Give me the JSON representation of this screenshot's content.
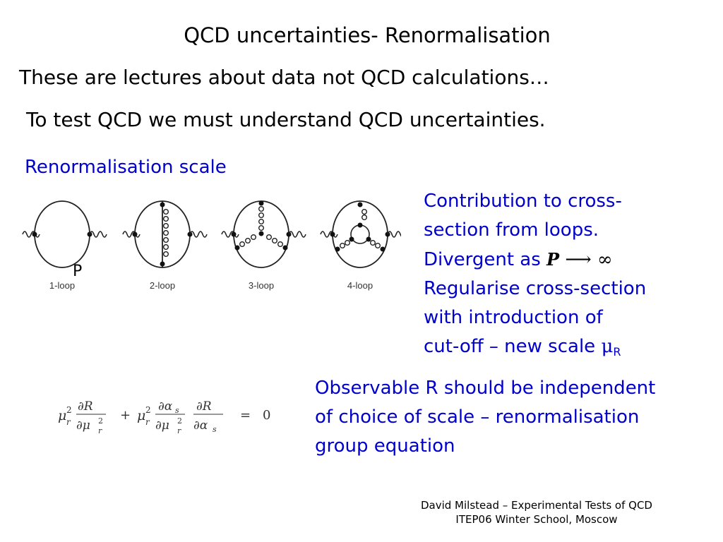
{
  "slide": {
    "title": "QCD uncertainties- Renormalisation",
    "line1": "These are lectures about data not QCD calculations…",
    "line2": "To test QCD we must understand QCD uncertainties.",
    "section_heading": "Renormalisation scale",
    "momentum_label": "P"
  },
  "diagrams": {
    "labels": [
      "1-loop",
      "2-loop",
      "3-loop",
      "4-loop"
    ]
  },
  "right_text": {
    "l1": "Contribution to cross-",
    "l2": "section from loops.",
    "l3_prefix": "Divergent as",
    "l3_math_var": "P",
    "l3_math_rest": " ⟶ ∞",
    "l4": "Regularise cross-section",
    "l5": "with introduction of",
    "l6_prefix": "cut-off – new scale ",
    "l6_mu": "μ",
    "l6_sub": "R"
  },
  "observable_text": {
    "l1": "Observable R should be independent",
    "l2": "of choice of scale – renormalisation",
    "l3": "group equation"
  },
  "equation": {
    "mu": "μ",
    "r": "r",
    "two": "2",
    "partial_R": "∂R",
    "partial_mu": "∂μ",
    "partial_alpha": "∂α",
    "s": "s",
    "plus": "+",
    "equals": "=",
    "zero": "0"
  },
  "footer": {
    "line1": "David Milstead – Experimental Tests of QCD",
    "line2": "ITEP06 Winter School, Moscow"
  },
  "colors": {
    "accent": "#0000cc",
    "text": "#000000"
  }
}
